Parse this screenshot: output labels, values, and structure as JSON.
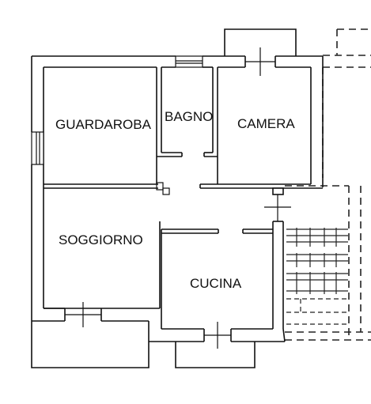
{
  "rooms": {
    "guardaroba": "GUARDAROBA",
    "bagno": "BAGNO",
    "camera": "CAMERA",
    "soggiorno": "SOGGIORNO",
    "cucina": "CUCINA"
  },
  "colors": {
    "line": "#111111",
    "background": "#ffffff"
  }
}
